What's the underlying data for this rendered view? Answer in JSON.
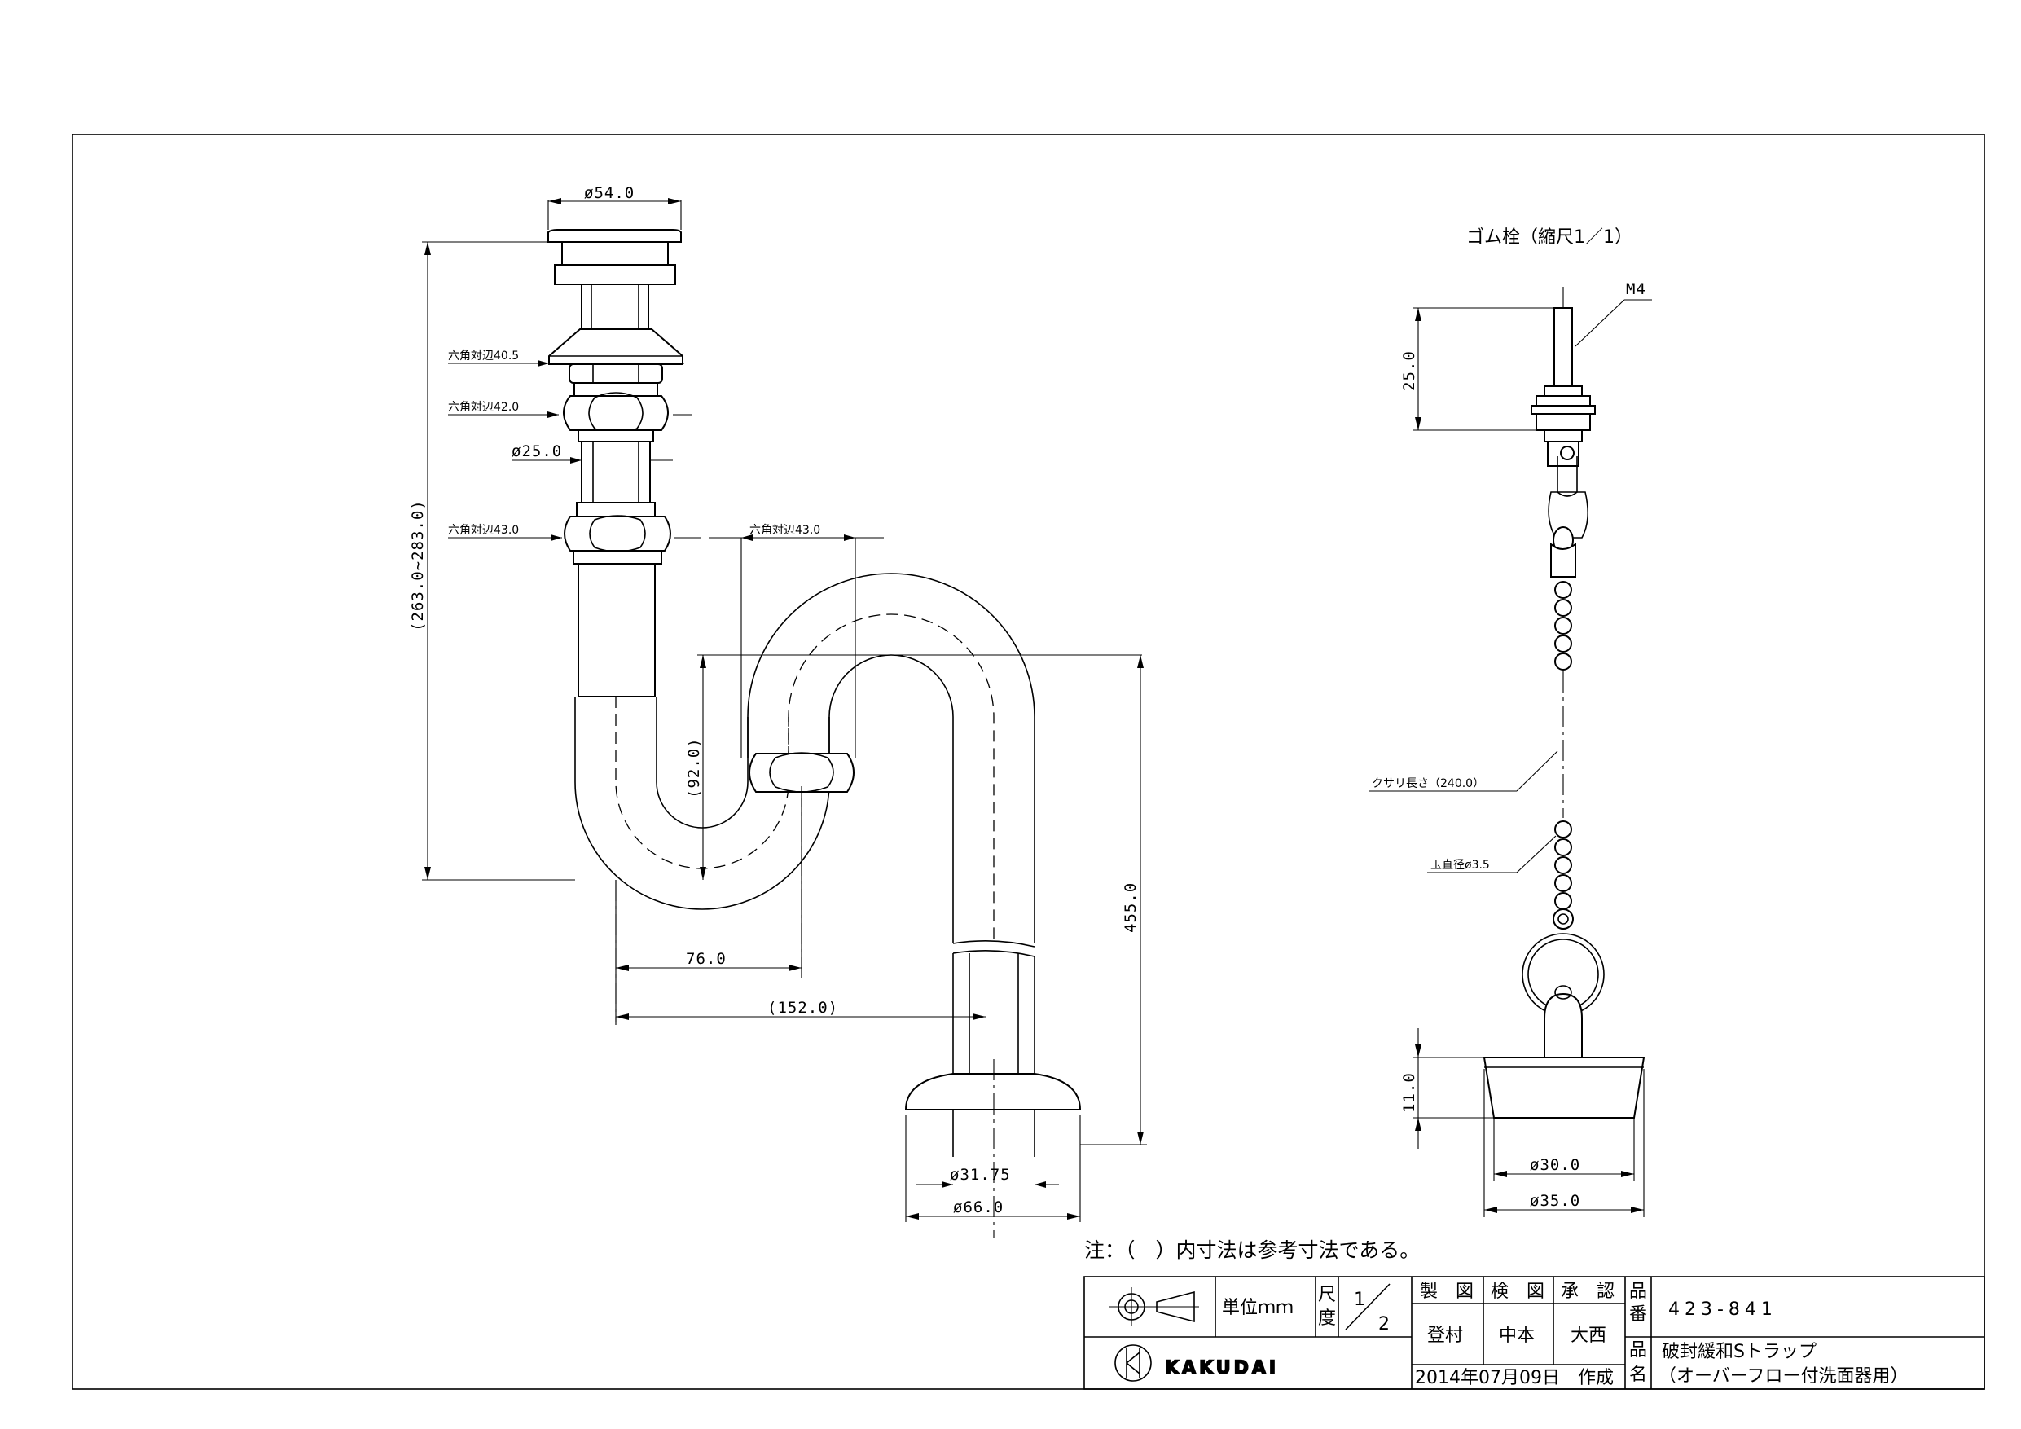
{
  "dimensions": {
    "d_top": "ø54.0",
    "hex_40_5": "六角対辺40.5",
    "hex_42_0": "六角対辺42.0",
    "d_tube": "ø25.0",
    "hex_43_0_left": "六角対辺43.0",
    "hex_43_0_right": "六角対辺43.0",
    "overall_height": "(263.0~283.0)",
    "trap_depth": "(92.0)",
    "height_455": "455.0",
    "offset_76": "76.0",
    "offset_152": "(152.0)",
    "d_pipe": "ø31.75",
    "d_flange": "ø66.0"
  },
  "stopper": {
    "title": "ゴム栓（縮尺1／1）",
    "thread": "M4",
    "rod_length": "25.0",
    "chain_length": "クサリ長さ（240.0）",
    "ball_diameter": "玉直径ø3.5",
    "plug_height": "11.0",
    "plug_d_small": "ø30.0",
    "plug_d_large": "ø35.0"
  },
  "note": "注：（　）内寸法は参考寸法である。",
  "title_block": {
    "unit": "単位ｍｍ",
    "scale_label_1": "尺",
    "scale_label_2": "度",
    "scale_num": "1",
    "scale_den": "2",
    "made_label": "製　図",
    "checked_label": "検　図",
    "approved_label": "承　認",
    "made_name": "登村",
    "checked_name": "中本",
    "approved_name": "大西",
    "part_no_label_1": "品",
    "part_no_label_2": "番",
    "part_no": "423-841",
    "name_label_1": "品",
    "name_label_2": "名",
    "product_name": "破封緩和Sトラップ",
    "product_sub": "（オーバーフロー付洗面器用）",
    "date": "2014年07月09日　作成",
    "company": "KAKUDAI"
  }
}
